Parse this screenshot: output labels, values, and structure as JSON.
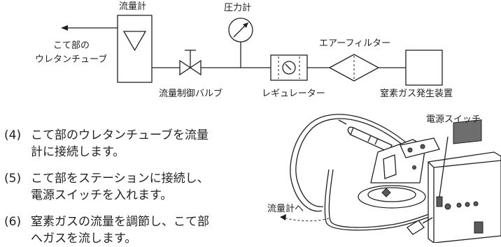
{
  "diagram": {
    "labels": {
      "flow_meter": "流量計",
      "pressure_gauge": "圧力計",
      "iron_tube_line1": "こて部の",
      "iron_tube_line2": "ウレタンチューブ",
      "flow_control_valve": "流量制御バルブ",
      "regulator": "レギュレーター",
      "air_filter": "エアーフィルター",
      "nitrogen_generator": "窒素ガス発生装置"
    }
  },
  "illustration": {
    "power_switch": "電源スイッチ",
    "to_flow_meter": "流量計へ"
  },
  "steps": [
    {
      "num": "(4)",
      "line1": "こて部のウレタンチューブを流量",
      "line2": "計に接続します。"
    },
    {
      "num": "(5)",
      "line1": "こて部をステーションに接続し、",
      "line2": "電源スイッチを入れます。"
    },
    {
      "num": "(6)",
      "line1": "窒素ガスの流量を調節し、こて部",
      "line2": "へガスを流します。"
    }
  ]
}
